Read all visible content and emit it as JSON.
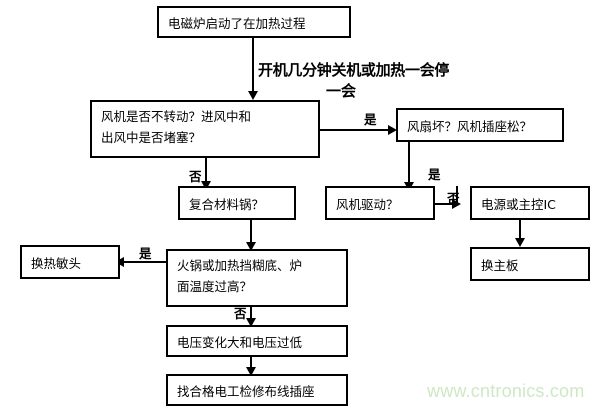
{
  "diagram": {
    "title_text": "开机几分钟关机或加热一会停",
    "title_text_line2": "一会",
    "nodes": [
      {
        "id": "start",
        "label": "电磁炉启动了在加热过程"
      },
      {
        "id": "fan-check",
        "label": "风机是否不转动？进风中和\n出风中是否堵塞？"
      },
      {
        "id": "fan-broken",
        "label": "风扇坏？风机插座松？"
      },
      {
        "id": "pot",
        "label": "复合材料锅？"
      },
      {
        "id": "fan-drive",
        "label": "风机驱动？"
      },
      {
        "id": "power-ic",
        "label": "电源或主控IC"
      },
      {
        "id": "mainboard",
        "label": "换主板"
      },
      {
        "id": "thermistor",
        "label": "换热敏头"
      },
      {
        "id": "overheat",
        "label": "火锅或加热挡糊底、炉\n面温度过高？"
      },
      {
        "id": "voltage",
        "label": "电压变化大和电压过低"
      },
      {
        "id": "electrician",
        "label": "找合格电工检修布线插座"
      }
    ],
    "edge_labels": {
      "fan_check_yes": "是",
      "fan_check_no": "否",
      "fan_drive_yes": "是",
      "fan_drive_no": "否",
      "overheat_yes": "是",
      "overheat_no": "否"
    }
  },
  "watermark": {
    "text": "www.cntronics.com",
    "color": "#cfe8c4"
  }
}
